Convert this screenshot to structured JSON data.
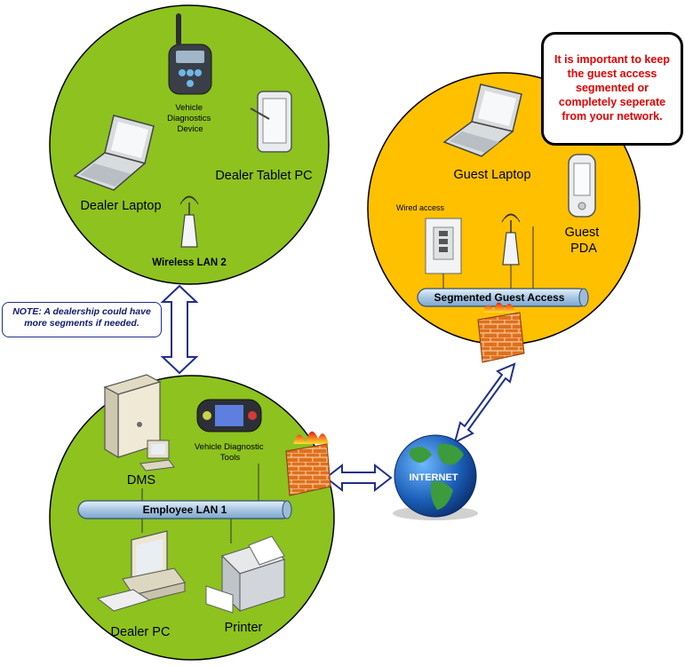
{
  "zones": {
    "wireless": {
      "title": "Wireless LAN 2",
      "color": "#8dc21f"
    },
    "employee": {
      "title": "Employee LAN 1",
      "color": "#8dc21f"
    },
    "guest": {
      "title": "Segmented Guest Access",
      "color": "#ffc000"
    }
  },
  "devices": {
    "vehicle_diag_device": "Vehicle\nDiagnostics\nDevice",
    "dealer_tablet": "Dealer Tablet PC",
    "dealer_laptop": "Dealer Laptop",
    "guest_laptop": "Guest Laptop",
    "guest_pda": "Guest\nPDA",
    "wired_access": "Wired access",
    "dms": "DMS",
    "vehicle_diag_tools": "Vehicle Diagnostic\nTools",
    "dealer_pc": "Dealer PC",
    "printer": "Printer",
    "internet": "INTERNET"
  },
  "note": "NOTE: A dealership could have\nmore segments if needed.",
  "callout": "It is important to keep\nthe guest access\nsegmented or\ncompletely seperate\nfrom your network.",
  "colors": {
    "callout_text": "#e60000",
    "note_text": "#0f1b6b",
    "bus_fill": "#b9d3ea",
    "arrow_fill": "#ffffff",
    "arrow_stroke": "#1f2f8a"
  },
  "icons": [
    "vehicle-diagnostics-device-icon",
    "tablet-icon",
    "laptop-icon",
    "wireless-access-point-icon",
    "pda-icon",
    "wired-access-panel-icon",
    "firewall-icon",
    "server-tower-icon",
    "desktop-pc-icon",
    "printer-icon",
    "globe-icon",
    "handheld-scanner-icon"
  ]
}
